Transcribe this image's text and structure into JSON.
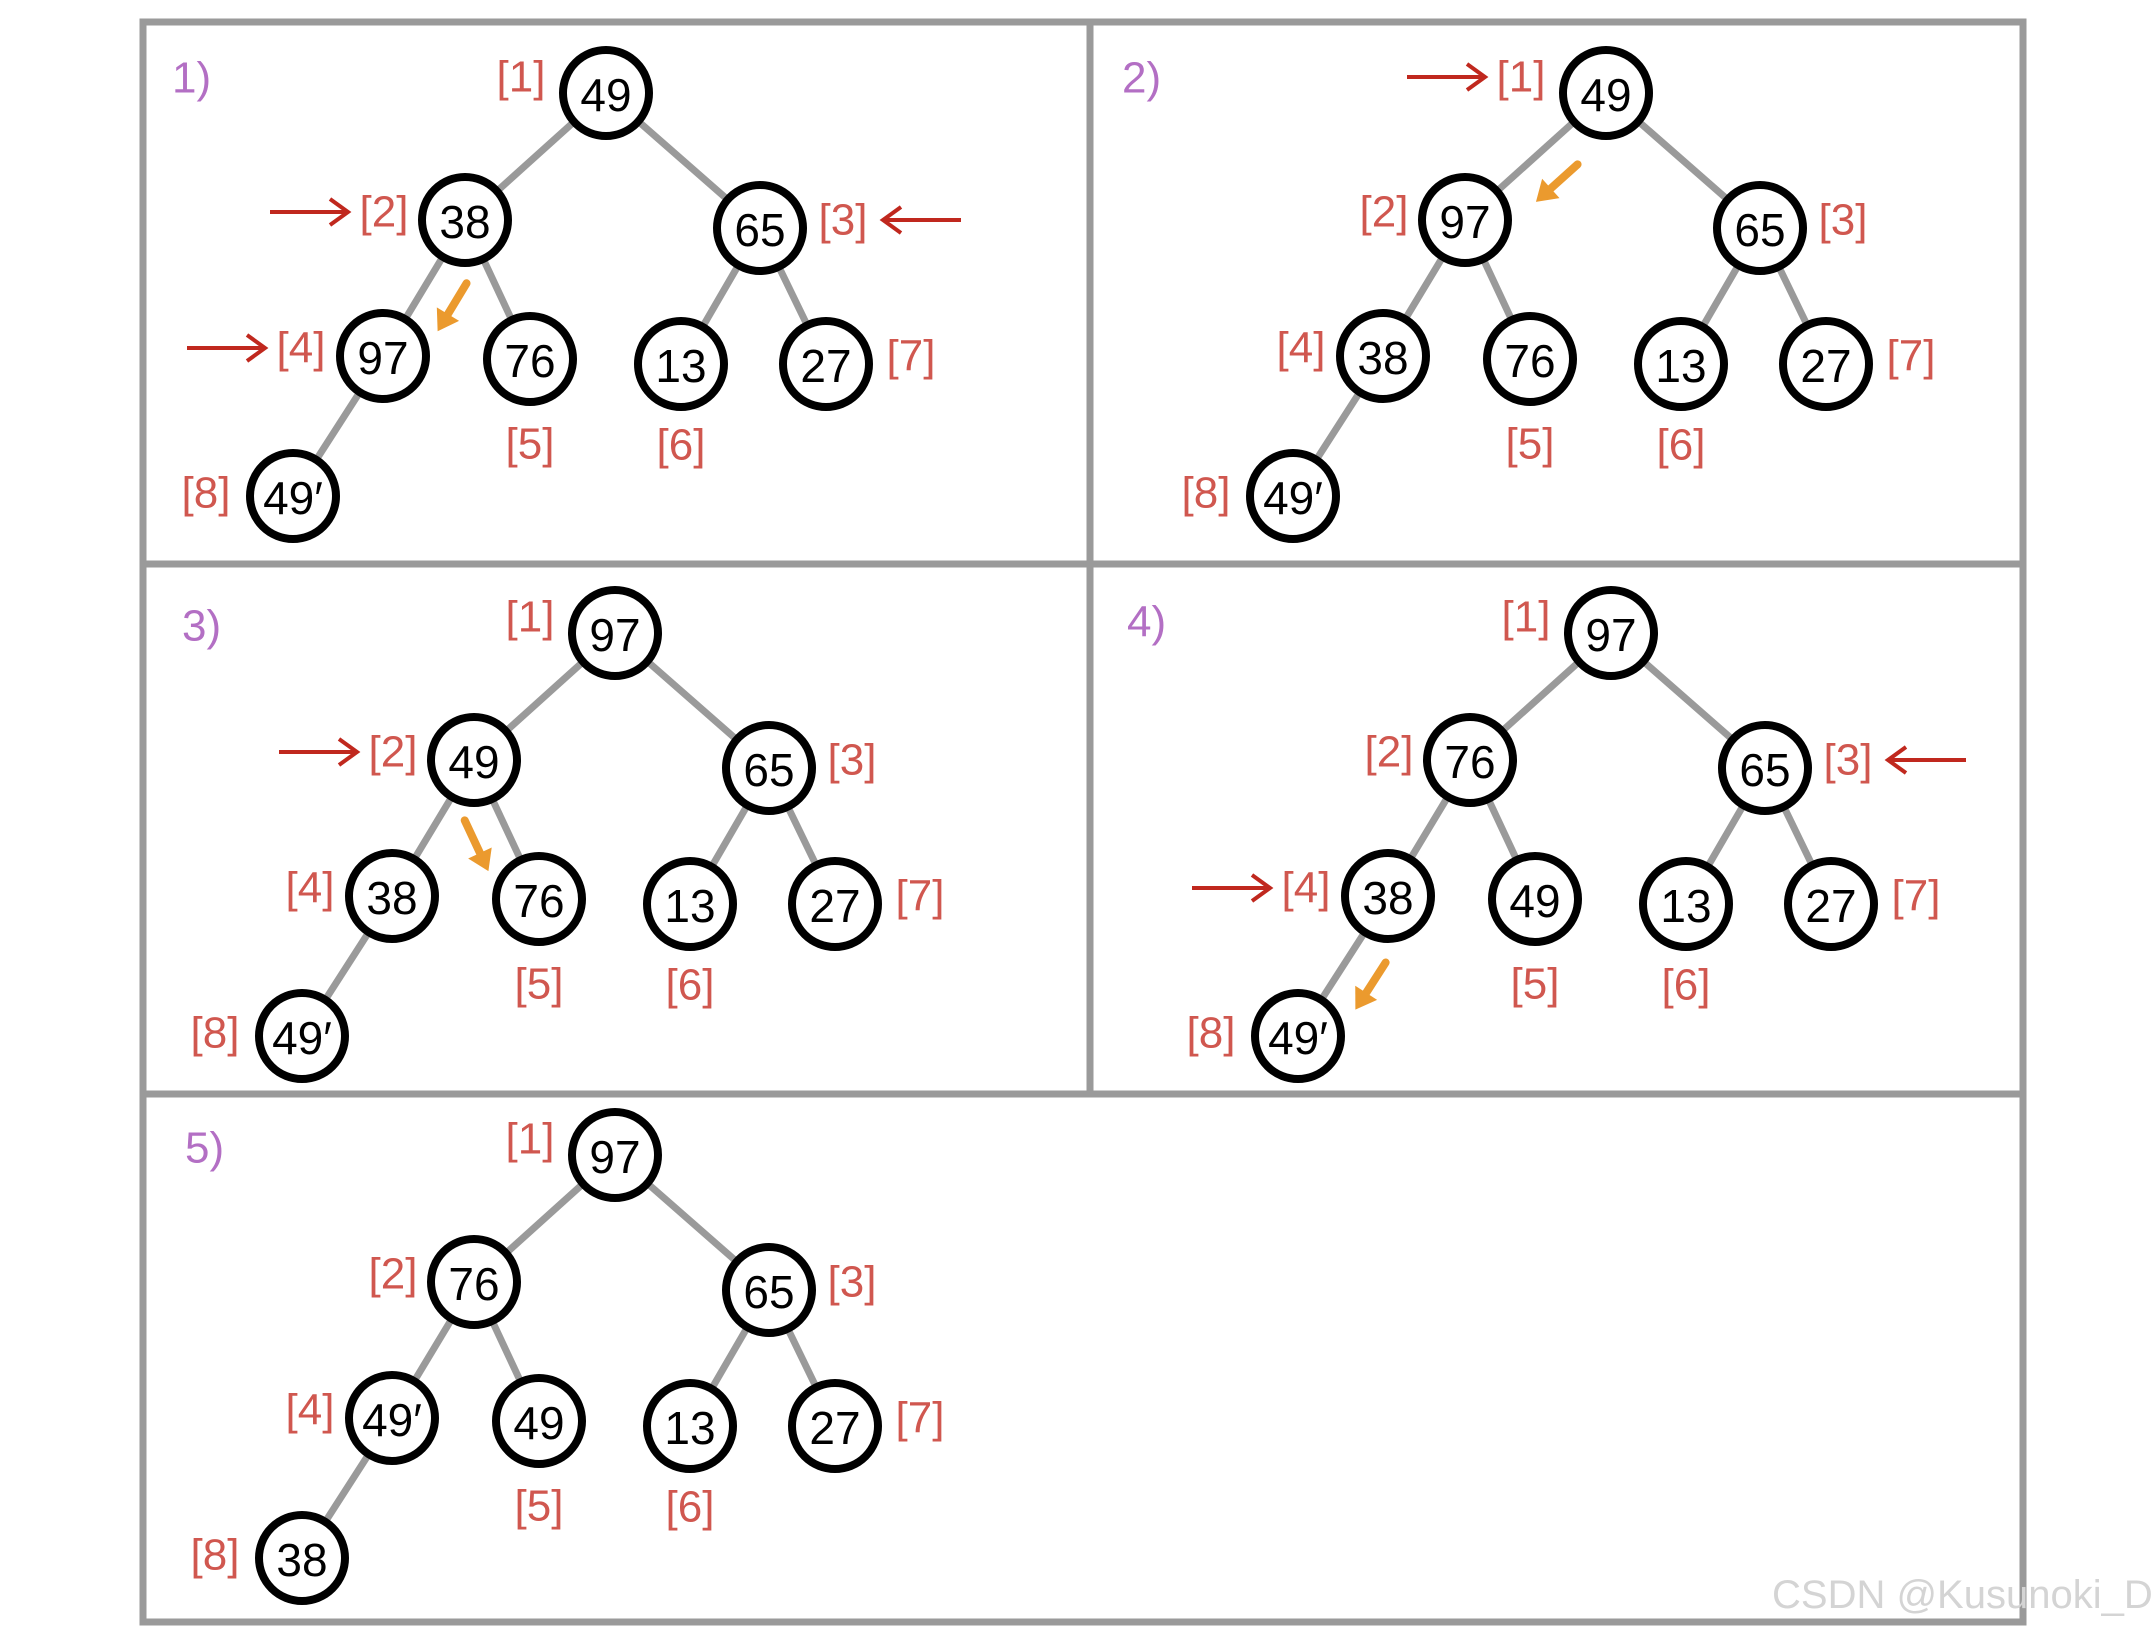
{
  "colors": {
    "frame": "#9a9a9a",
    "edge": "#9a9a9a",
    "node_stroke": "#000000",
    "index_label": "#d0574f",
    "step_label": "#b36fc4",
    "red_arrow": "#c0281e",
    "orange_arrow": "#eb9a2e"
  },
  "watermark": "CSDN @Kusunoki_D",
  "panels": [
    {
      "step": "1)",
      "nodes": [
        {
          "idx": "[1]",
          "value": "49"
        },
        {
          "idx": "[2]",
          "value": "38"
        },
        {
          "idx": "[3]",
          "value": "65"
        },
        {
          "idx": "[4]",
          "value": "97"
        },
        {
          "idx": "[5]",
          "value": "76"
        },
        {
          "idx": "[6]",
          "value": "13"
        },
        {
          "idx": "[7]",
          "value": "27"
        },
        {
          "idx": "[8]",
          "value": "49′"
        }
      ],
      "red_arrows_at": [
        "[2]",
        "[3]",
        "[4]"
      ],
      "orange_arrow": {
        "from": "[2]",
        "to": "[4]"
      }
    },
    {
      "step": "2)",
      "nodes": [
        {
          "idx": "[1]",
          "value": "49"
        },
        {
          "idx": "[2]",
          "value": "97"
        },
        {
          "idx": "[3]",
          "value": "65"
        },
        {
          "idx": "[4]",
          "value": "38"
        },
        {
          "idx": "[5]",
          "value": "76"
        },
        {
          "idx": "[6]",
          "value": "13"
        },
        {
          "idx": "[7]",
          "value": "27"
        },
        {
          "idx": "[8]",
          "value": "49′"
        }
      ],
      "red_arrows_at": [
        "[1]"
      ],
      "orange_arrow": {
        "from": "[1]",
        "to": "[2]"
      }
    },
    {
      "step": "3)",
      "nodes": [
        {
          "idx": "[1]",
          "value": "97"
        },
        {
          "idx": "[2]",
          "value": "49"
        },
        {
          "idx": "[3]",
          "value": "65"
        },
        {
          "idx": "[4]",
          "value": "38"
        },
        {
          "idx": "[5]",
          "value": "76"
        },
        {
          "idx": "[6]",
          "value": "13"
        },
        {
          "idx": "[7]",
          "value": "27"
        },
        {
          "idx": "[8]",
          "value": "49′"
        }
      ],
      "red_arrows_at": [
        "[2]"
      ],
      "orange_arrow": {
        "from": "[2]",
        "to": "[5]"
      }
    },
    {
      "step": "4)",
      "nodes": [
        {
          "idx": "[1]",
          "value": "97"
        },
        {
          "idx": "[2]",
          "value": "76"
        },
        {
          "idx": "[3]",
          "value": "65"
        },
        {
          "idx": "[4]",
          "value": "38"
        },
        {
          "idx": "[5]",
          "value": "49"
        },
        {
          "idx": "[6]",
          "value": "13"
        },
        {
          "idx": "[7]",
          "value": "27"
        },
        {
          "idx": "[8]",
          "value": "49′"
        }
      ],
      "red_arrows_at": [
        "[3]",
        "[4]"
      ],
      "orange_arrow": {
        "from": "[4]",
        "to": "[8]"
      }
    },
    {
      "step": "5)",
      "nodes": [
        {
          "idx": "[1]",
          "value": "97"
        },
        {
          "idx": "[2]",
          "value": "76"
        },
        {
          "idx": "[3]",
          "value": "65"
        },
        {
          "idx": "[4]",
          "value": "49′"
        },
        {
          "idx": "[5]",
          "value": "49"
        },
        {
          "idx": "[6]",
          "value": "13"
        },
        {
          "idx": "[7]",
          "value": "27"
        },
        {
          "idx": "[8]",
          "value": "38"
        }
      ],
      "red_arrows_at": [],
      "orange_arrow": null
    }
  ]
}
